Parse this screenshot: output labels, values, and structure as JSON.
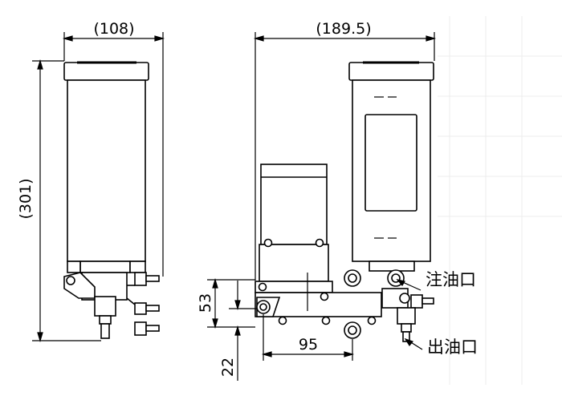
{
  "dimensions": {
    "front_width": "(108)",
    "side_width": "(189.5)",
    "overall_height": "(301)",
    "mount_height": "53",
    "mount_spacing": "95",
    "bottom_offset": "22"
  },
  "ports": {
    "inlet_label": "注油口",
    "outlet_label": "出油口"
  },
  "colors": {
    "line": "#000000",
    "background": "#ffffff",
    "grid": "#eeeeee"
  }
}
